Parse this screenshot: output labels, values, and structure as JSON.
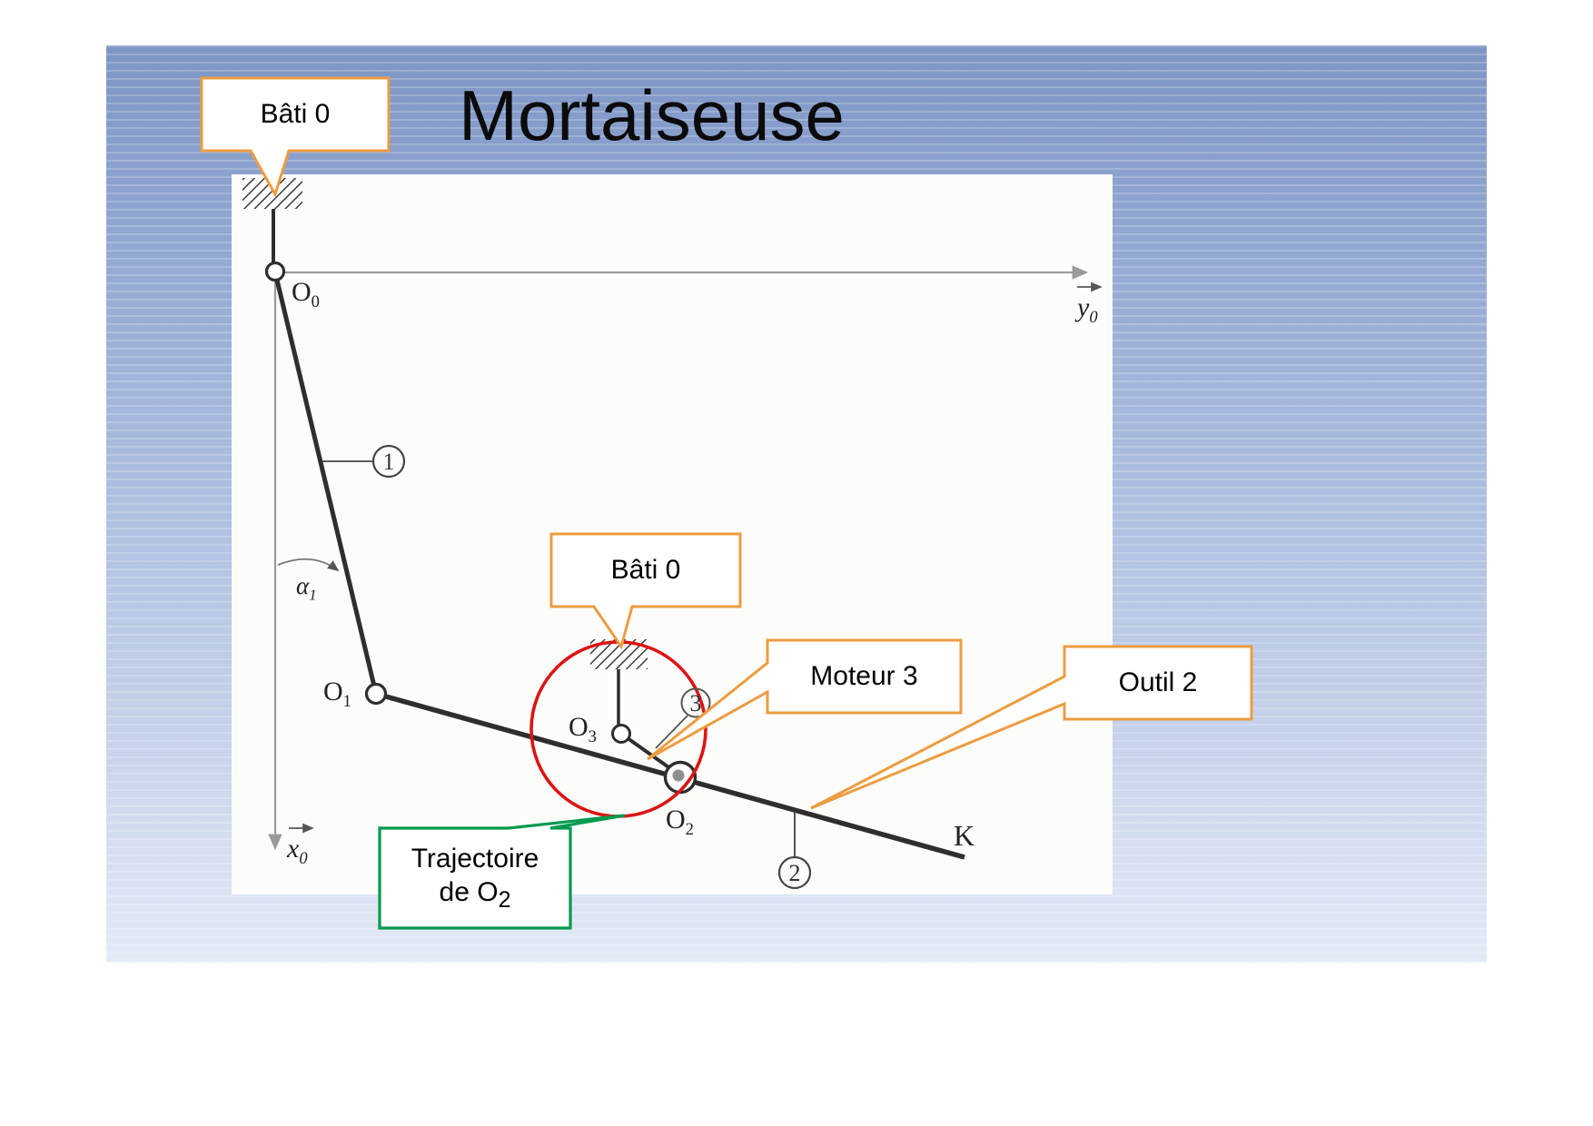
{
  "slide": {
    "title": "Mortaiseuse"
  },
  "callouts": {
    "bati0_top": {
      "label": "Bâti 0"
    },
    "bati0_mid": {
      "label": "Bâti 0"
    },
    "moteur3": {
      "label": "Moteur 3"
    },
    "outil2": {
      "label": "Outil 2"
    },
    "trajectoire": {
      "line1": "Trajectoire",
      "line2_base": "de O",
      "line2_sub": "2"
    }
  },
  "diagram": {
    "points": {
      "o0": {
        "base": "O",
        "sub": "0"
      },
      "o1": {
        "base": "O",
        "sub": "1"
      },
      "o2": {
        "base": "O",
        "sub": "2"
      },
      "o3": {
        "base": "O",
        "sub": "3"
      },
      "k": {
        "label": "K"
      }
    },
    "axes": {
      "x": {
        "base": "x",
        "sub": "0"
      },
      "y": {
        "base": "y",
        "sub": "0"
      }
    },
    "angle": {
      "base": "α",
      "sub": "1"
    },
    "links": {
      "link1": "1",
      "link2": "2",
      "link3": "3"
    }
  },
  "colors": {
    "callout_border": "#ED9C40",
    "trajectory_border": "#009A4E",
    "highlight_circle": "#DC1414",
    "link_stroke": "#2E2E2E",
    "axis_stroke": "#9A9A9A"
  }
}
